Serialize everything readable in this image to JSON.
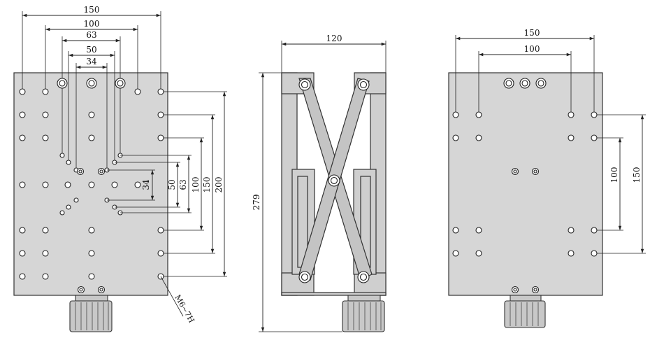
{
  "left_view": {
    "dims_horizontal": [
      "150",
      "100",
      "63",
      "50",
      "34"
    ],
    "dims_vertical": [
      "34",
      "50",
      "63",
      "100",
      "150",
      "200"
    ],
    "thread_label": "M6~7H"
  },
  "middle_view": {
    "width_dim": "120",
    "height_dim": "279"
  },
  "right_view": {
    "dims_horizontal": [
      "150",
      "100"
    ],
    "dims_vertical": [
      "100",
      "150"
    ]
  },
  "colors": {
    "plate": "#d6d6d6",
    "line": "#222222",
    "background": "#ffffff"
  }
}
